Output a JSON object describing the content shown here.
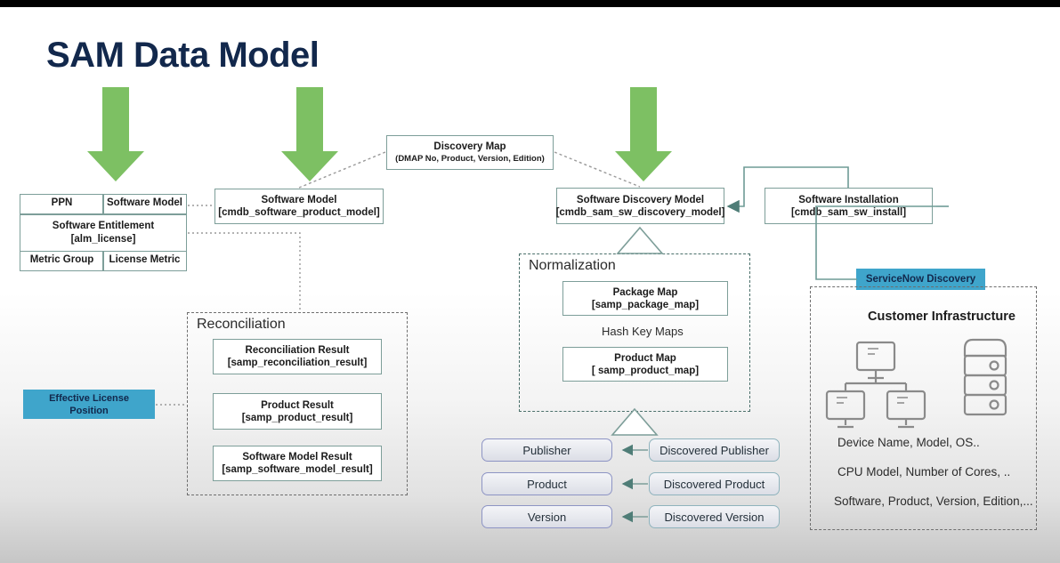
{
  "title": "SAM Data Model",
  "colors": {
    "arrow_green": "#7dc063",
    "badge_teal": "#3fa5cb",
    "title_navy": "#12284c",
    "box_border": "#7d9e99",
    "group_dash": "#6e6e6e"
  },
  "entitlement_table": {
    "top_left": "PPN",
    "top_right": "Software Model",
    "middle_line1": "Software Entitlement",
    "middle_line2": "[alm_license]",
    "bottom_left": "Metric Group",
    "bottom_right": "License Metric"
  },
  "nodes": {
    "software_model": {
      "line1": "Software Model",
      "line2": "[cmdb_software_product_model]"
    },
    "discovery_map": {
      "line1": "Discovery Map",
      "line2": "(DMAP No, Product, Version, Edition)"
    },
    "software_discovery_model": {
      "line1": "Software Discovery Model",
      "line2": "[cmdb_sam_sw_discovery_model]"
    },
    "software_installation": {
      "line1": "Software Installation",
      "line2": "[cmdb_sam_sw_install]"
    },
    "package_map": {
      "line1": "Package Map",
      "line2": "[samp_package_map]"
    },
    "product_map": {
      "line1": "Product Map",
      "line2": "[ samp_product_map]"
    },
    "reconciliation_result": {
      "line1": "Reconciliation Result",
      "line2": "[samp_reconciliation_result]"
    },
    "product_result": {
      "line1": "Product Result",
      "line2": "[samp_product_result]"
    },
    "software_model_result": {
      "line1": "Software Model Result",
      "line2": "[samp_software_model_result]"
    }
  },
  "groups": {
    "reconciliation": "Reconciliation",
    "normalization": "Normalization",
    "hash_key_maps": "Hash Key Maps"
  },
  "badges": {
    "effective_license_position_line1": "Effective License",
    "effective_license_position_line2": "Position",
    "servicenow_discovery": "ServiceNow Discovery"
  },
  "bottom_boxes": {
    "left": [
      "Publisher",
      "Product",
      "Version"
    ],
    "right": [
      "Discovered Publisher",
      "Discovered Product",
      "Discovered Version"
    ]
  },
  "customer_infrastructure": {
    "title": "Customer Infrastructure",
    "lines": [
      "Device Name, Model, OS..",
      "CPU Model, Number of Cores, ..",
      "Software, Product, Version, Edition,..."
    ]
  }
}
